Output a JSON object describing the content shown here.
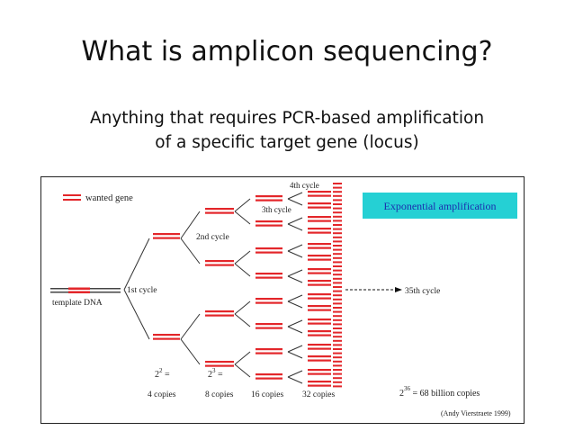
{
  "slide": {
    "title": "What is amplicon sequencing?",
    "subtitle_line1": "Anything that requires PCR-based amplification",
    "subtitle_line2": "of a specific target gene (locus)"
  },
  "figure": {
    "legend_label": "wanted gene",
    "badge_text": "Exponential amplification",
    "template_label": "template DNA",
    "cycles": [
      "1st cycle",
      "2nd cycle",
      "3th cycle",
      "4th cycle"
    ],
    "final_cycle_label": "35th cycle",
    "powers": [
      {
        "base": "2",
        "exp": "2",
        "tail": " ="
      },
      {
        "base": "2",
        "exp": "3",
        "tail": " ="
      },
      {
        "base": "2",
        "exp": "36",
        "tail": " = 68 billion copies"
      }
    ],
    "copies": [
      "4 copies",
      "8 copies",
      "16 copies",
      "32 copies"
    ],
    "credit": "(Andy Vierstraete 1999)",
    "colors": {
      "gene": "#e3262a",
      "badge_bg": "#25d0d4",
      "badge_text": "#1b2fae",
      "template": "#444444"
    }
  }
}
